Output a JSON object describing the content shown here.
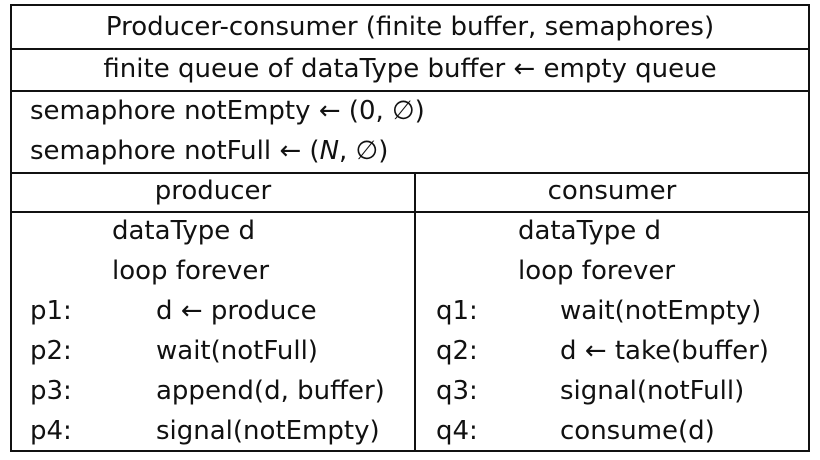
{
  "title": "Producer-consumer (finite buffer, semaphores)",
  "global_decl": "finite queue of dataType buffer ← empty queue",
  "semaphores": [
    {
      "prefix": "semaphore notEmpty ← (0, ",
      "suffix": "∅)"
    },
    {
      "prefix": "semaphore notFull ← (",
      "var": "N",
      "suffix": ", ∅)"
    }
  ],
  "producer": {
    "header": "producer",
    "decl": "dataType d",
    "loop": "loop forever",
    "steps": [
      {
        "label": "p1:",
        "code": "d ← produce"
      },
      {
        "label": "p2:",
        "code": "wait(notFull)"
      },
      {
        "label": "p3:",
        "code": "append(d, buffer)"
      },
      {
        "label": "p4:",
        "code": "signal(notEmpty)"
      }
    ]
  },
  "consumer": {
    "header": "consumer",
    "decl": "dataType d",
    "loop": "loop forever",
    "steps": [
      {
        "label": "q1:",
        "code": "wait(notEmpty)"
      },
      {
        "label": "q2:",
        "code": "d ← take(buffer)"
      },
      {
        "label": "q3:",
        "code": "signal(notFull)"
      },
      {
        "label": "q4:",
        "code": "consume(d)"
      }
    ]
  }
}
